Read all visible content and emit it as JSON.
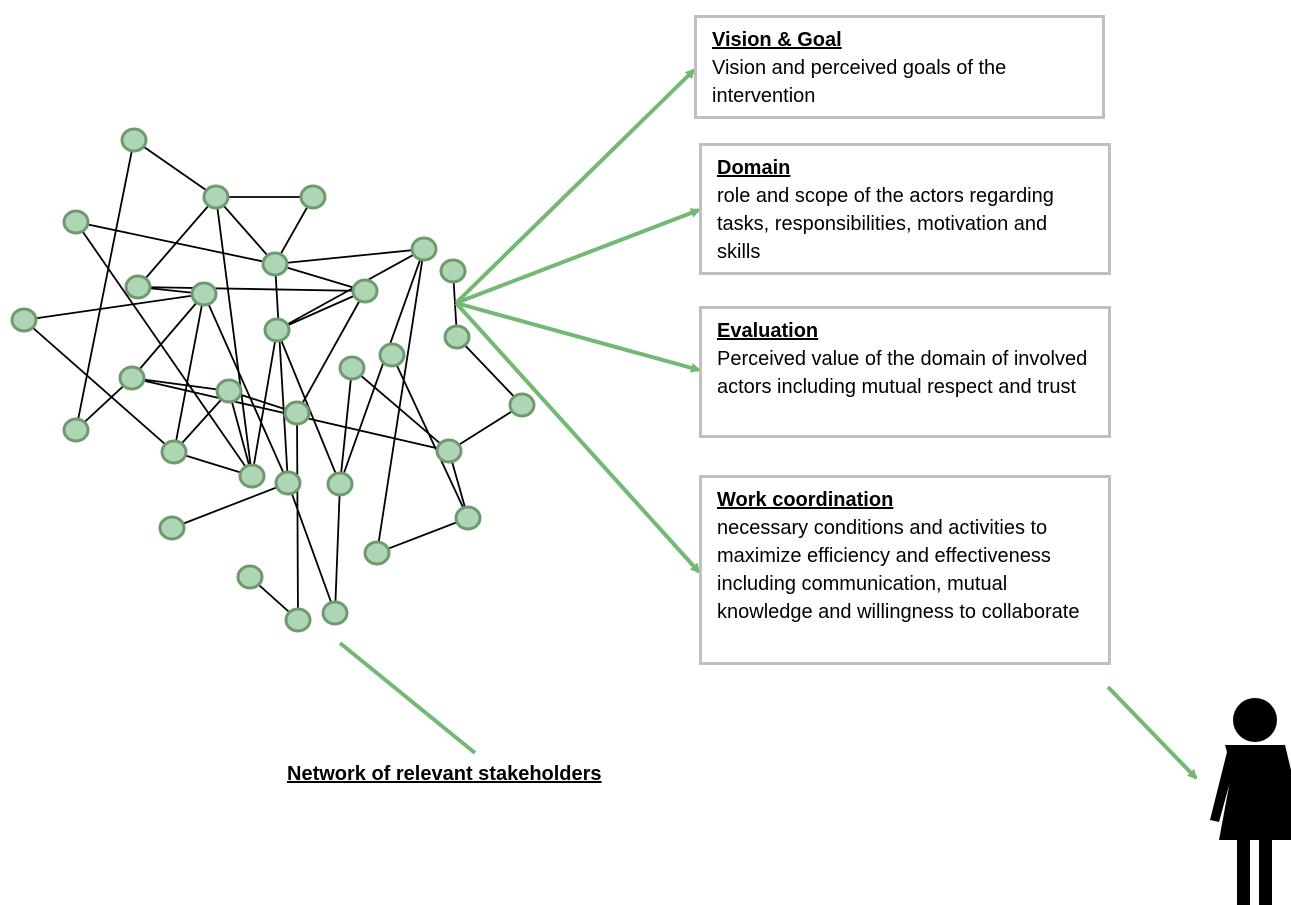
{
  "boxes": [
    {
      "id": "vision",
      "title": "Vision & Goal",
      "text": "Vision and perceived goals of the intervention"
    },
    {
      "id": "domain",
      "title": "Domain",
      "text": "role and scope of the actors regarding tasks, responsibilities, motivation and skills"
    },
    {
      "id": "evaluation",
      "title": "Evaluation",
      "text": "Perceived value of the domain of involved actors including mutual respect and  trust"
    },
    {
      "id": "work",
      "title": "Work coordination",
      "text": "necessary conditions and activities to maximize efficiency and effectiveness including communication, mutual knowledge and willingness to collaborate"
    }
  ],
  "network_caption": "Network of relevant stakeholders",
  "colors": {
    "node_fill": "#aed6b4",
    "node_stroke": "#6f9a6f",
    "arrow": "#73b873",
    "edge": "#000000",
    "box_border": "#bfbfbf"
  },
  "icons": [
    "person-icon"
  ]
}
